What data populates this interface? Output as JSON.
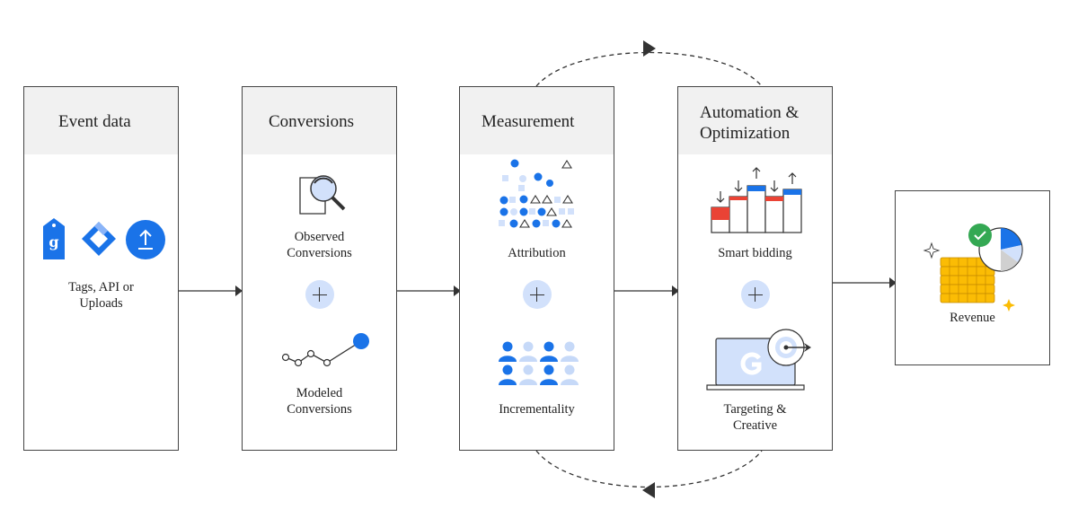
{
  "panels": [
    {
      "id": "event-data",
      "title": "Event data",
      "items": [
        "Tags, API or\nUploads"
      ]
    },
    {
      "id": "conversions",
      "title": "Conversions",
      "items": [
        "Observed\nConversions",
        "Modeled\nConversions"
      ]
    },
    {
      "id": "measurement",
      "title": "Measurement",
      "items": [
        "Attribution",
        "Incrementality"
      ]
    },
    {
      "id": "automation",
      "title": "Automation &\nOptimization",
      "items": [
        "Smart bidding",
        "Targeting &\nCreative"
      ]
    }
  ],
  "revenue": {
    "label": "Revenue"
  },
  "colors": {
    "blue": "#1a73e8",
    "light_blue": "#d2e1fb",
    "red": "#ea4335",
    "yellow": "#fbbc04",
    "green": "#34a853",
    "header_bg": "#f1f1f1"
  },
  "icons": [
    "google-tag-icon",
    "tag-manager-icon",
    "upload-icon",
    "magnifier-document-icon",
    "line-chart-icon",
    "dots-triangles-icon",
    "people-grid-icon",
    "bar-arrows-icon",
    "laptop-target-icon",
    "coins-chart-icon"
  ]
}
